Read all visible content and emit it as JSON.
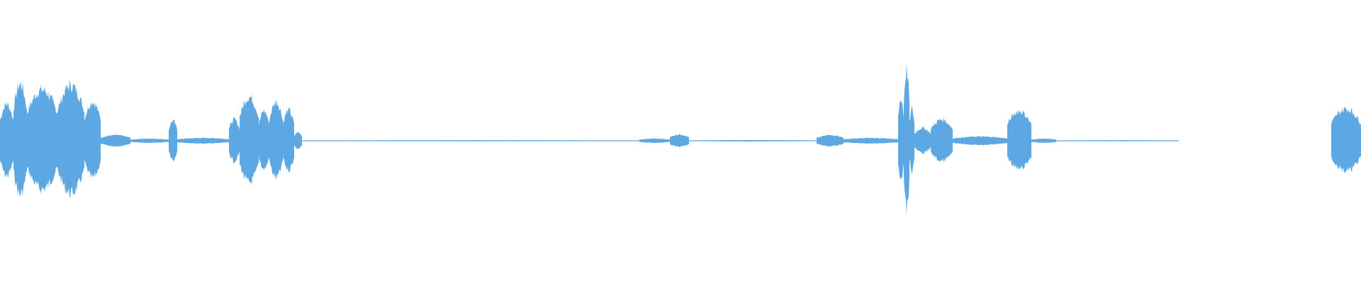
{
  "waveform": {
    "color": "#5da8e2",
    "baseline_color": "#5da8e2",
    "duration_units": 1000,
    "segments": [
      {
        "start": 0,
        "end": 10,
        "peak": 0.52
      },
      {
        "start": 10,
        "end": 20,
        "peak": 0.8
      },
      {
        "start": 20,
        "end": 42,
        "peak": 0.72
      },
      {
        "start": 42,
        "end": 62,
        "peak": 0.78
      },
      {
        "start": 62,
        "end": 74,
        "peak": 0.55
      },
      {
        "start": 74,
        "end": 96,
        "peak": 0.08
      },
      {
        "start": 96,
        "end": 124,
        "peak": 0.03
      },
      {
        "start": 124,
        "end": 130,
        "peak": 0.28
      },
      {
        "start": 130,
        "end": 168,
        "peak": 0.04
      },
      {
        "start": 168,
        "end": 176,
        "peak": 0.3
      },
      {
        "start": 176,
        "end": 190,
        "peak": 0.62
      },
      {
        "start": 190,
        "end": 198,
        "peak": 0.42
      },
      {
        "start": 198,
        "end": 208,
        "peak": 0.55
      },
      {
        "start": 208,
        "end": 216,
        "peak": 0.43
      },
      {
        "start": 216,
        "end": 222,
        "peak": 0.12
      },
      {
        "start": 222,
        "end": 470,
        "peak": 0.008
      },
      {
        "start": 470,
        "end": 492,
        "peak": 0.03
      },
      {
        "start": 492,
        "end": 506,
        "peak": 0.09
      },
      {
        "start": 506,
        "end": 600,
        "peak": 0.01
      },
      {
        "start": 600,
        "end": 620,
        "peak": 0.08
      },
      {
        "start": 620,
        "end": 660,
        "peak": 0.04
      },
      {
        "start": 660,
        "end": 664,
        "peak": 0.6
      },
      {
        "start": 664,
        "end": 668,
        "peak": 1.0
      },
      {
        "start": 668,
        "end": 672,
        "peak": 0.45
      },
      {
        "start": 672,
        "end": 684,
        "peak": 0.18
      },
      {
        "start": 684,
        "end": 700,
        "peak": 0.3
      },
      {
        "start": 700,
        "end": 740,
        "peak": 0.06
      },
      {
        "start": 740,
        "end": 758,
        "peak": 0.42
      },
      {
        "start": 758,
        "end": 776,
        "peak": 0.03
      },
      {
        "start": 776,
        "end": 866,
        "peak": 0.008
      },
      {
        "start": 866,
        "end": 978,
        "peak": 0
      },
      {
        "start": 978,
        "end": 1000,
        "peak": 0.45
      }
    ]
  }
}
